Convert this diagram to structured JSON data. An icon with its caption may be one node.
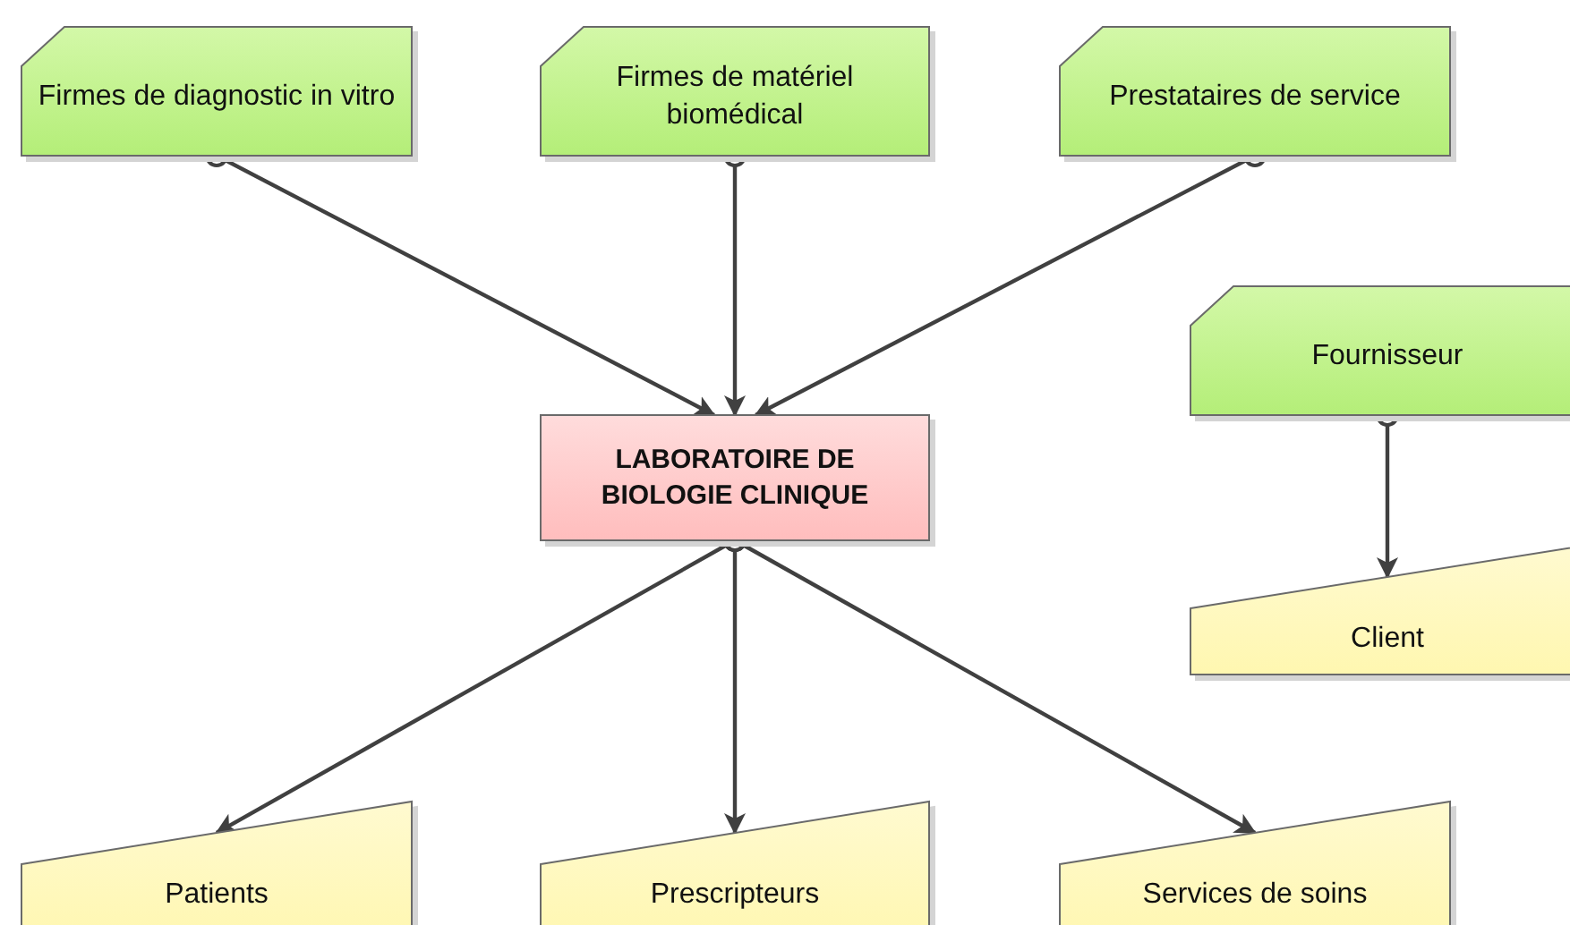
{
  "diagram": {
    "nodes": [
      {
        "text": [
          "Firmes de diagnostic in vitro"
        ]
      },
      {
        "text": [
          "Firmes de matériel biomédical"
        ]
      },
      {
        "text": [
          "Prestataires de service"
        ]
      },
      {
        "text": [
          "LABORATOIRE DE BIOLOGIE CLINIQUE"
        ]
      },
      {
        "text": [
          "Fournisseur"
        ]
      },
      {
        "text": [
          "Client"
        ]
      },
      {
        "text": [
          "Patients"
        ]
      },
      {
        "text": [
          "Prescripteurs"
        ]
      },
      {
        "text": [
          "Services de soins"
        ]
      }
    ],
    "edges": [
      {
        "from": 0,
        "to": 3,
        "arrow": "to"
      },
      {
        "from": 1,
        "to": 3,
        "arrow": "to"
      },
      {
        "from": 2,
        "to": 3,
        "arrow": "to"
      },
      {
        "from": 4,
        "to": 5,
        "arrow": "to"
      },
      {
        "from": 3,
        "to": 6,
        "arrow": "to"
      },
      {
        "from": 3,
        "to": 7,
        "arrow": "to"
      },
      {
        "from": 3,
        "to": 8,
        "arrow": "to"
      }
    ]
  }
}
